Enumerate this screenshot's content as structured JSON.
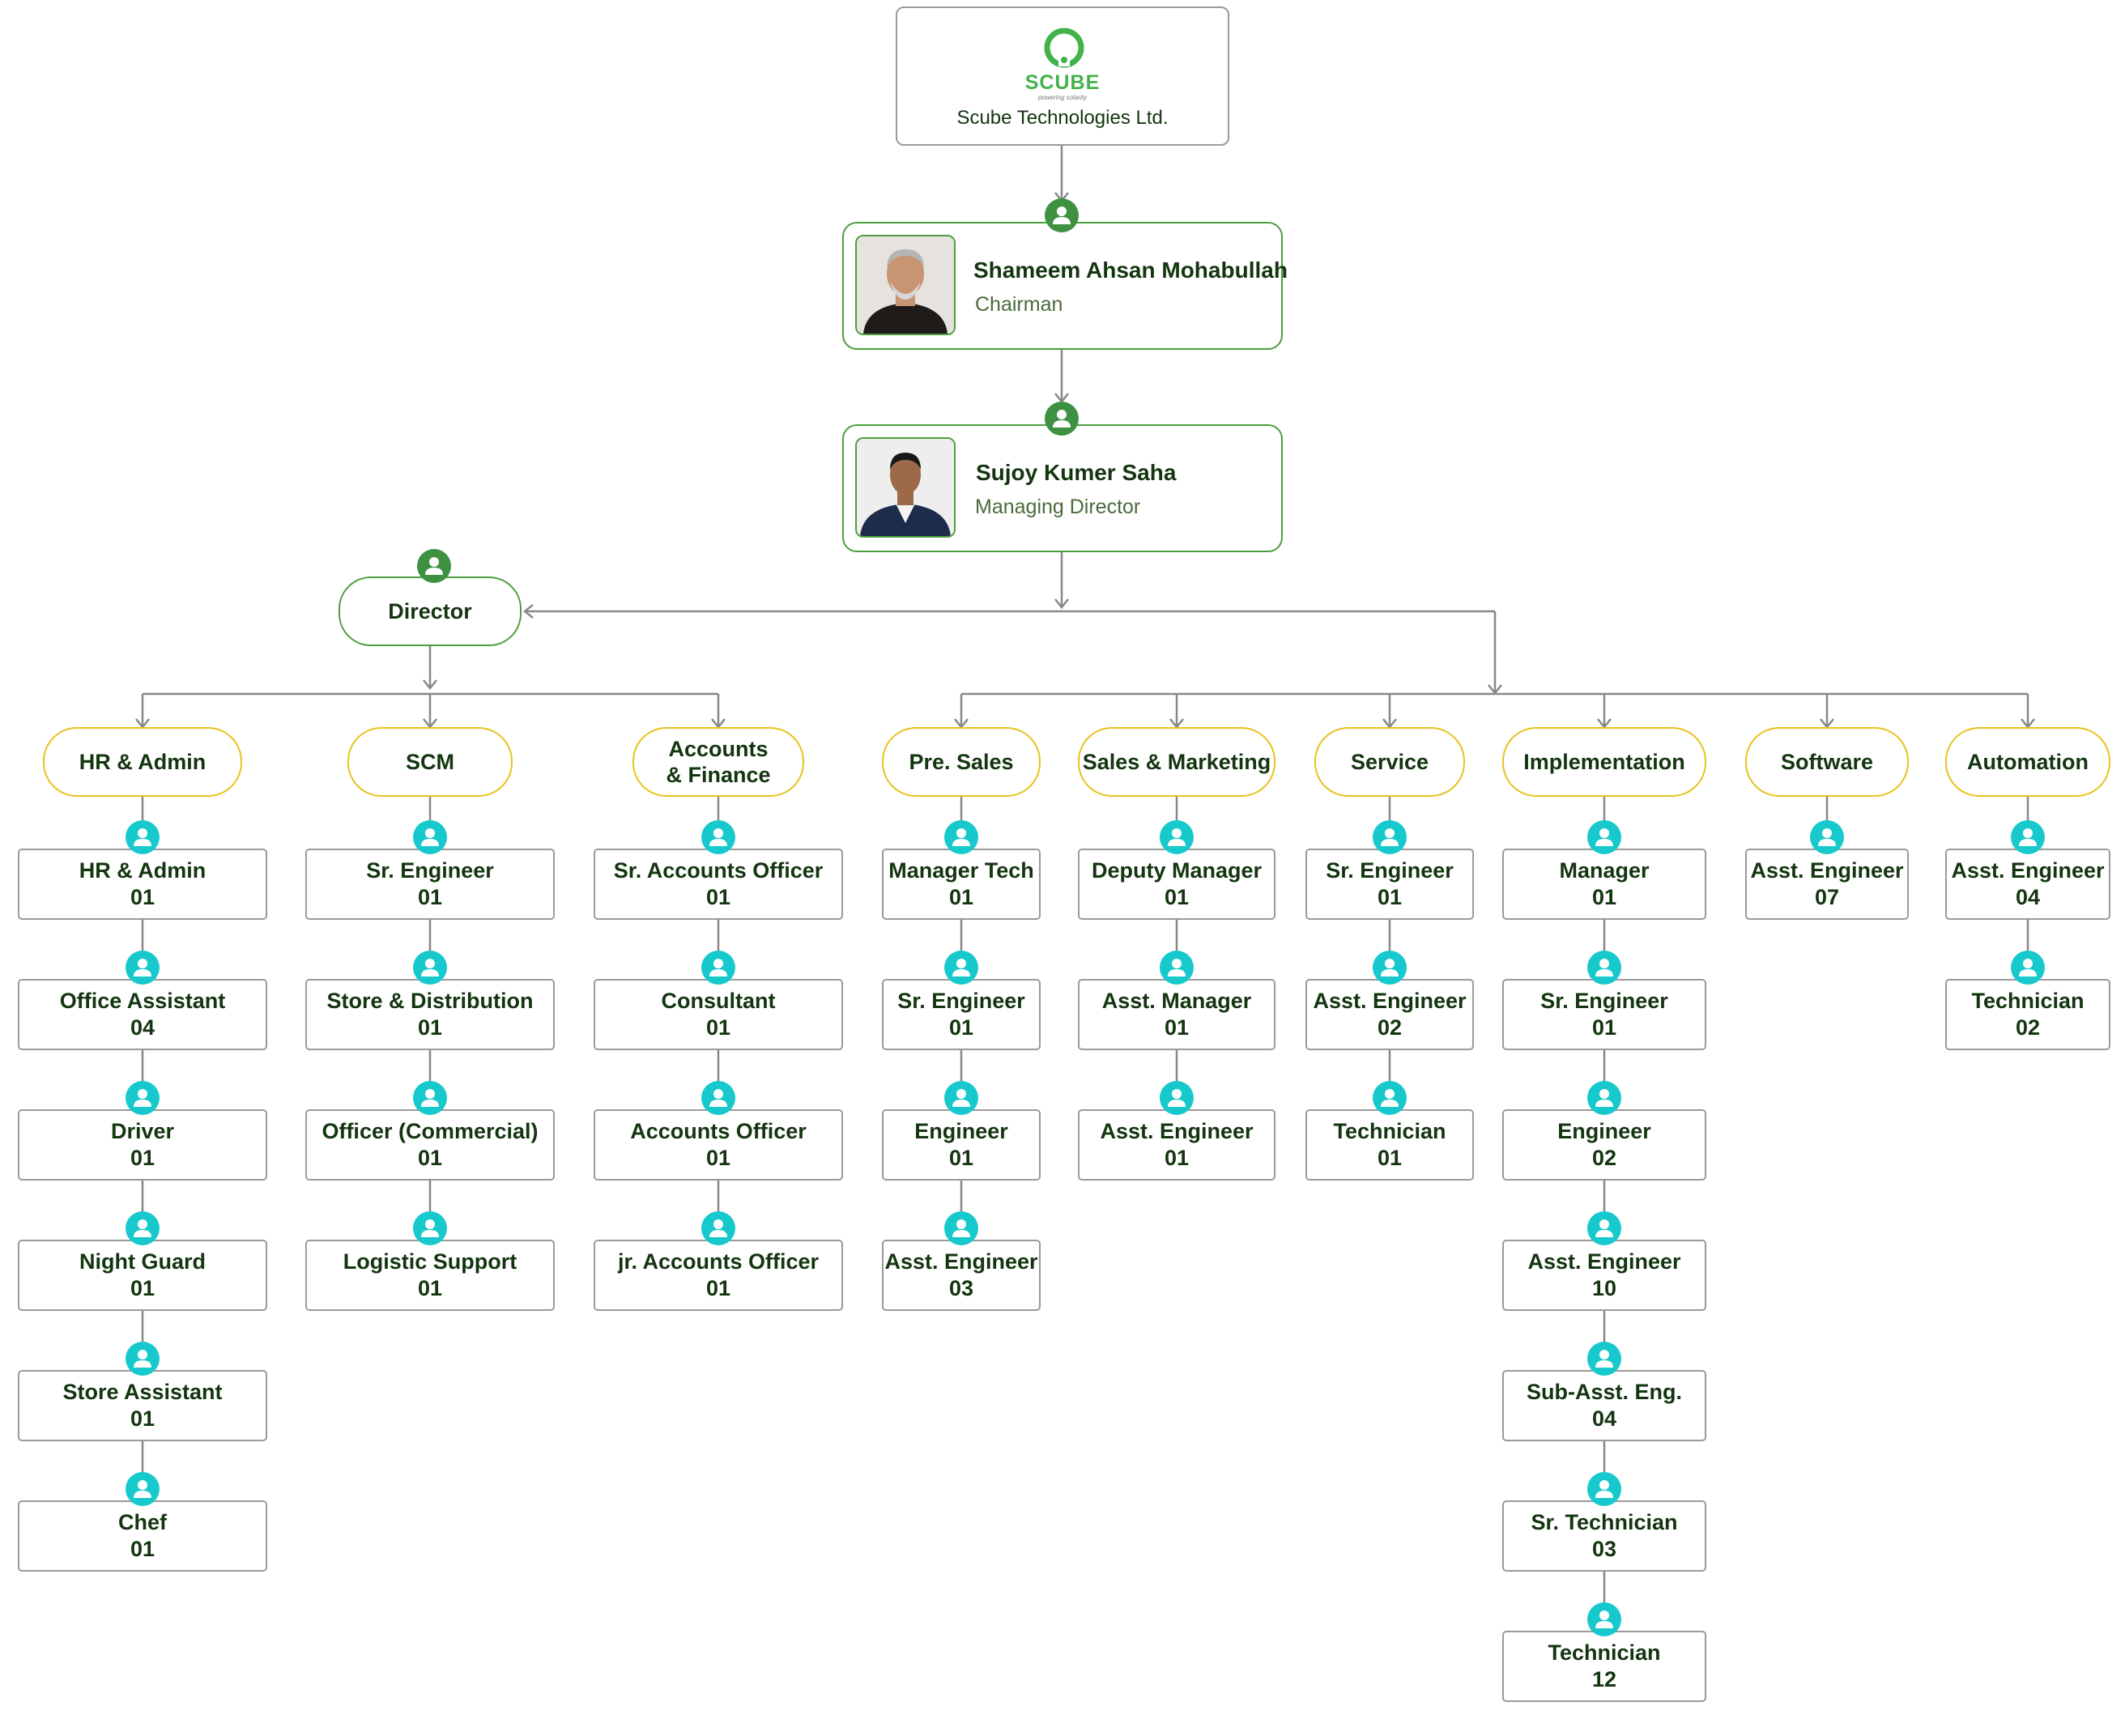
{
  "company": {
    "name": "Scube Technologies Ltd.",
    "logo_text": "SCUBE",
    "logo_tagline": "powering solarity"
  },
  "chairman": {
    "name": "Shameem Ahsan Mohabullah",
    "title": "Chairman"
  },
  "managing_director": {
    "name": "Sujoy Kumer Saha",
    "title": "Managing Director"
  },
  "director": {
    "label": "Director"
  },
  "colors": {
    "green": "#3e9140",
    "teal": "#17c9cc",
    "dept_border": "#e8c21d",
    "text": "#13350f"
  },
  "departments": [
    {
      "name": [
        "HR & Admin"
      ],
      "roles": [
        [
          "HR & Admin",
          "01"
        ],
        [
          "Office Assistant",
          "04"
        ],
        [
          "Driver",
          "01"
        ],
        [
          "Night Guard",
          "01"
        ],
        [
          "Store Assistant",
          "01"
        ],
        [
          "Chef",
          "01"
        ]
      ]
    },
    {
      "name": [
        "SCM"
      ],
      "roles": [
        [
          "Sr. Engineer",
          "01"
        ],
        [
          "Store & Distribution",
          "01"
        ],
        [
          "Officer (Commercial)",
          "01"
        ],
        [
          "Logistic Support",
          "01"
        ]
      ]
    },
    {
      "name": [
        "Accounts",
        "& Finance"
      ],
      "roles": [
        [
          "Sr. Accounts Officer",
          "01"
        ],
        [
          "Consultant",
          "01"
        ],
        [
          "Accounts Officer",
          "01"
        ],
        [
          "jr. Accounts Officer",
          "01"
        ]
      ]
    },
    {
      "name": [
        "Pre. Sales"
      ],
      "roles": [
        [
          "Manager Tech",
          "01"
        ],
        [
          "Sr. Engineer",
          "01"
        ],
        [
          "Engineer",
          "01"
        ],
        [
          "Asst. Engineer",
          "03"
        ]
      ]
    },
    {
      "name": [
        "Sales & Marketing"
      ],
      "roles": [
        [
          "Deputy Manager",
          "01"
        ],
        [
          "Asst. Manager",
          "01"
        ],
        [
          "Asst. Engineer",
          "01"
        ]
      ]
    },
    {
      "name": [
        "Service"
      ],
      "roles": [
        [
          "Sr. Engineer",
          "01"
        ],
        [
          "Asst. Engineer",
          "02"
        ],
        [
          "Technician",
          "01"
        ]
      ]
    },
    {
      "name": [
        "Implementation"
      ],
      "roles": [
        [
          "Manager",
          "01"
        ],
        [
          "Sr. Engineer",
          "01"
        ],
        [
          "Engineer",
          "02"
        ],
        [
          "Asst. Engineer",
          "10"
        ],
        [
          "Sub-Asst. Eng.",
          "04"
        ],
        [
          "Sr. Technician",
          "03"
        ],
        [
          "Technician",
          "12"
        ]
      ]
    },
    {
      "name": [
        "Software"
      ],
      "roles": [
        [
          "Asst. Engineer",
          "07"
        ]
      ]
    },
    {
      "name": [
        "Automation"
      ],
      "roles": [
        [
          "Asst. Engineer",
          "04"
        ],
        [
          "Technician",
          "02"
        ]
      ]
    }
  ]
}
